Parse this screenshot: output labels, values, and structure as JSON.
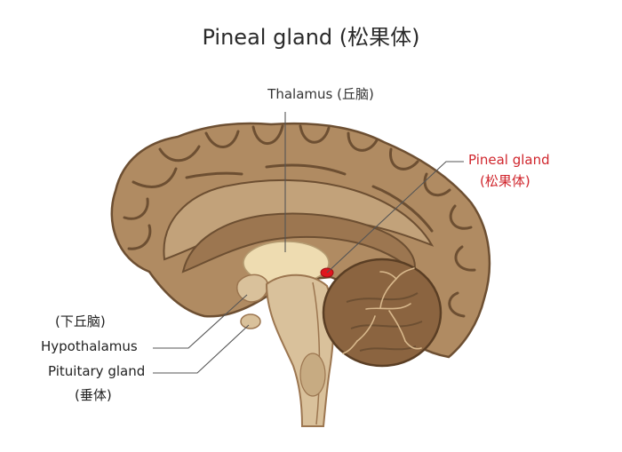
{
  "title": "Pineal gland (松果体)",
  "labels": {
    "thalamus": "Thalamus (丘脑)",
    "pineal_en": "Pineal gland",
    "pineal_zh": "(松果体)",
    "hypothalamus_zh": "(下丘脑)",
    "hypothalamus_en": "Hypothalamus",
    "pituitary_en": "Pituitary gland",
    "pituitary_zh": "(垂体)"
  },
  "colors": {
    "cortex": "#b08b62",
    "gyrus_line": "#6d4f32",
    "inner_band": "#c2a27a",
    "corpus_callosum": "#9c7650",
    "thalamus": "#eedcb1",
    "brainstem": "#d9c19b",
    "cerebellum": "#8b6440",
    "pineal": "#e0151d",
    "pineal_label": "#d0262d",
    "leader": "#555555"
  }
}
